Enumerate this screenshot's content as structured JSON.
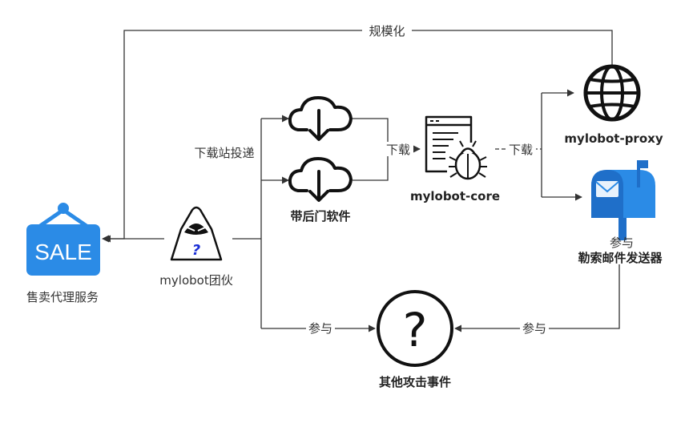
{
  "nodes": {
    "sale_service": {
      "label": "售卖代理服务",
      "icon": "sale-sign-icon",
      "icon_text": "SALE",
      "color": "#2b8be6"
    },
    "mylobot_gang": {
      "label": "mylobot团伙",
      "icon": "hooded-hacker-icon",
      "icon_text": "?"
    },
    "download_site": {
      "label": "",
      "icon": "cloud-download-icon"
    },
    "backdoor_software": {
      "label": "带后门软件",
      "icon": "cloud-download-icon"
    },
    "mylobot_core": {
      "label": "mylobot-core",
      "icon": "bug-document-icon"
    },
    "mylobot_proxy": {
      "label": "mylobot-proxy",
      "icon": "globe-icon"
    },
    "ransom_mailer": {
      "label": "勒索邮件发送器",
      "icon": "mailbox-icon",
      "color": "#2b8be6"
    },
    "other_attacks": {
      "label": "其他攻击事件",
      "icon": "question-circle-icon",
      "icon_text": "?"
    }
  },
  "edges": {
    "scale": "规模化",
    "delivery": "下载站投递",
    "download_1": "下载",
    "download_2": "下载",
    "participate_1": "参与",
    "participate_2": "参与",
    "participate_3": "参与"
  }
}
